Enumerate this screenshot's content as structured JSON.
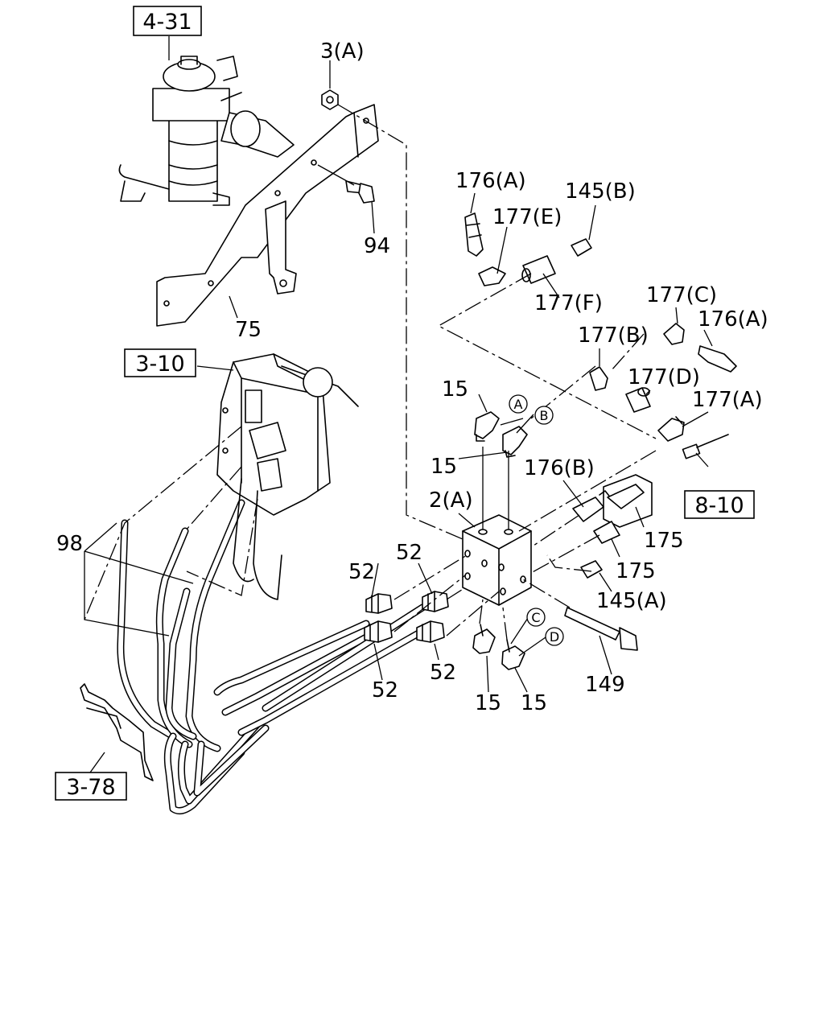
{
  "refs": {
    "r1": "4-31",
    "r2": "3-10",
    "r3": "8-10",
    "r4": "3-78"
  },
  "labels": {
    "l3a": "3(A)",
    "l94": "94",
    "l75": "75",
    "l176a_1": "176(A)",
    "l177e": "177(E)",
    "l145b": "145(B)",
    "l177f": "177(F)",
    "l177c": "177(C)",
    "l176a_2": "176(A)",
    "l177b": "177(B)",
    "l177d": "177(D)",
    "l177a": "177(A)",
    "l15_1": "15",
    "l15_2": "15",
    "l176b": "176(B)",
    "l2a": "2(A)",
    "l98": "98",
    "l52_1": "52",
    "l52_2": "52",
    "l175_1": "175",
    "l175_2": "175",
    "l145a": "145(A)",
    "l52_3": "52",
    "l52_4": "52",
    "l15_3": "15",
    "l15_4": "15",
    "l149": "149"
  },
  "circles": {
    "ca": "A",
    "cb": "B",
    "cc": "C",
    "cd": "D"
  }
}
